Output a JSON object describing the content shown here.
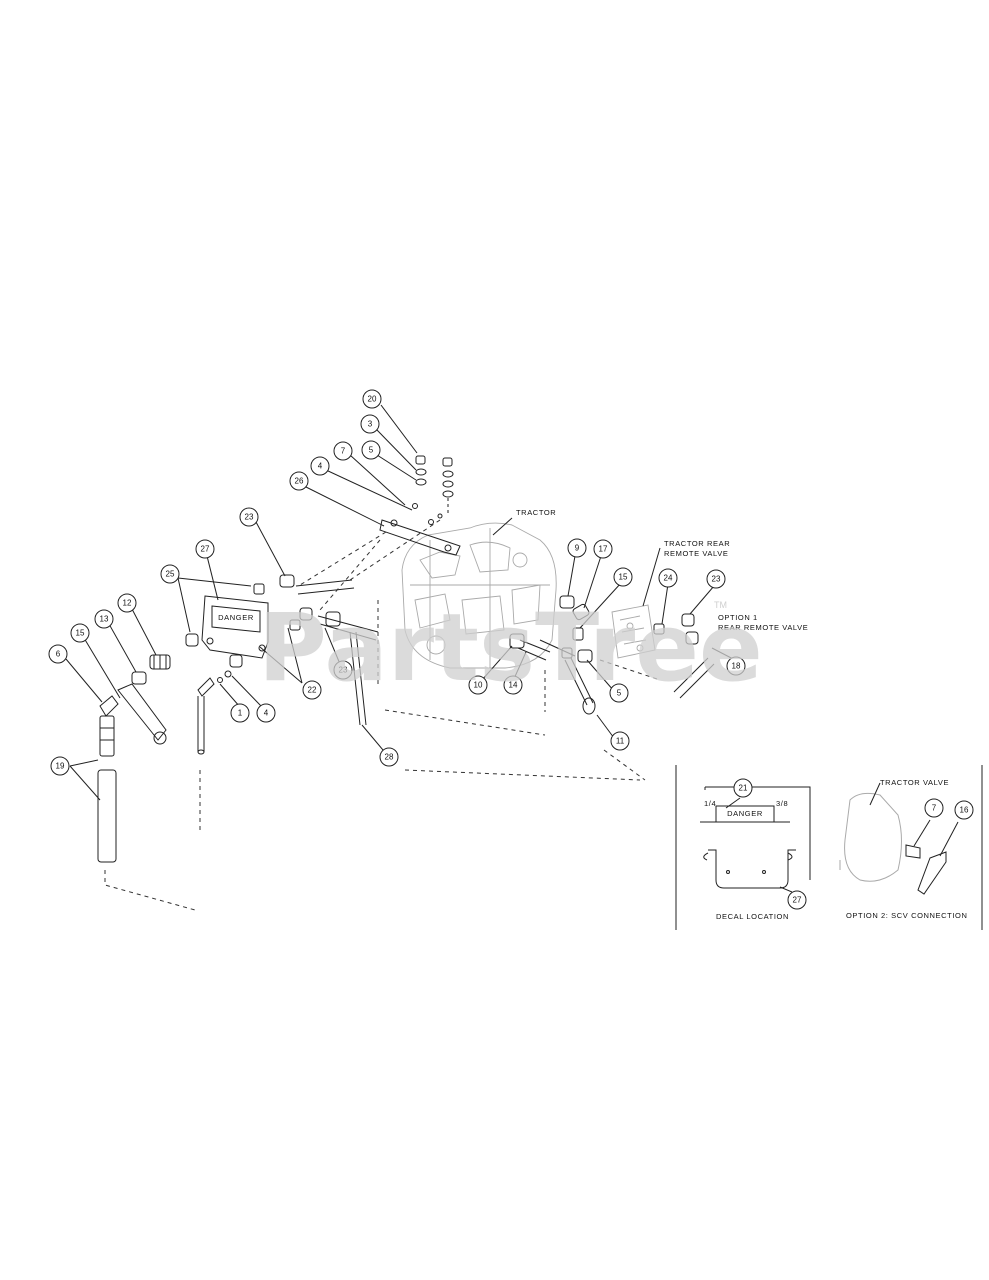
{
  "watermark": {
    "text": "PartsTree",
    "trademark": "TM"
  },
  "labels": {
    "tractor": "TRACTOR",
    "tractor_rear_remote_valve_1": "TRACTOR REAR",
    "tractor_rear_remote_valve_2": "REMOTE VALVE",
    "option1_1": "OPTION 1",
    "option1_2": "REAR REMOTE VALVE",
    "tractor_valve": "TRACTOR VALVE",
    "decal_location": "DECAL LOCATION",
    "option2": "OPTION 2: SCV CONNECTION",
    "dim_left": "1/4",
    "dim_right": "3/8",
    "decal_text": "DANGER"
  },
  "callouts": [
    {
      "id": "c-20",
      "num": "20"
    },
    {
      "id": "c-3",
      "num": "3"
    },
    {
      "id": "c-5a",
      "num": "5"
    },
    {
      "id": "c-7a",
      "num": "7"
    },
    {
      "id": "c-4a",
      "num": "4"
    },
    {
      "id": "c-26",
      "num": "26"
    },
    {
      "id": "c-23a",
      "num": "23"
    },
    {
      "id": "c-27a",
      "num": "27"
    },
    {
      "id": "c-25",
      "num": "25"
    },
    {
      "id": "c-12",
      "num": "12"
    },
    {
      "id": "c-13",
      "num": "13"
    },
    {
      "id": "c-15a",
      "num": "15"
    },
    {
      "id": "c-6",
      "num": "6"
    },
    {
      "id": "c-1",
      "num": "1"
    },
    {
      "id": "c-4b",
      "num": "4"
    },
    {
      "id": "c-22",
      "num": "22"
    },
    {
      "id": "c-23b",
      "num": "23"
    },
    {
      "id": "c-28",
      "num": "28"
    },
    {
      "id": "c-19",
      "num": "19"
    },
    {
      "id": "c-9",
      "num": "9"
    },
    {
      "id": "c-17",
      "num": "17"
    },
    {
      "id": "c-15b",
      "num": "15"
    },
    {
      "id": "c-10",
      "num": "10"
    },
    {
      "id": "c-14",
      "num": "14"
    },
    {
      "id": "c-5b",
      "num": "5"
    },
    {
      "id": "c-11",
      "num": "11"
    },
    {
      "id": "c-24",
      "num": "24"
    },
    {
      "id": "c-23c",
      "num": "23"
    },
    {
      "id": "c-18",
      "num": "18"
    },
    {
      "id": "c-21",
      "num": "21"
    },
    {
      "id": "c-27b",
      "num": "27"
    },
    {
      "id": "c-7b",
      "num": "7"
    },
    {
      "id": "c-16",
      "num": "16"
    }
  ]
}
